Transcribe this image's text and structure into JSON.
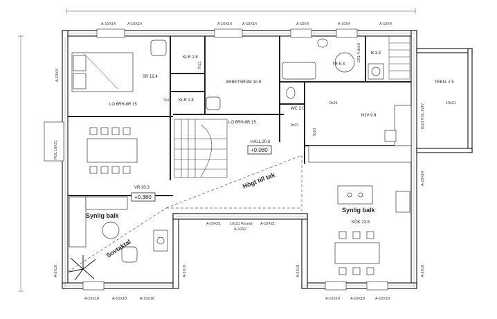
{
  "rooms": {
    "sr": "SR 12.4",
    "klr1": "KLR 1.8",
    "klr2": "KLR 1.8",
    "arbetsrum": "ARBETSRUM 10.9",
    "wc": "WC 2.0",
    "tr": "TR 5.3",
    "b": "B 3.3",
    "tekn": "TEKN. 2.5",
    "hjv": "HJV 9.9",
    "hall": "HALL 20.6",
    "vr": "VR 30.3",
    "kok": "KÖK 23.5",
    "lo1": "LO 6RH-8R 15",
    "lo2": "LO 6RH-8R 15"
  },
  "levels": {
    "hall": "+0.080",
    "vr": "+0.380"
  },
  "annotations": {
    "hogt_till_tak": "Högt till tak",
    "synlig_balk_left": "Synlig balk",
    "synlig_balk_right": "Synlig balk",
    "sovtaktal": "Sovtaktal",
    "round": "10x21 Round",
    "a10x2": "A-10X2"
  },
  "windows": {
    "top1": "A-10X14",
    "top2": "A-10X14",
    "top3": "A-10X14",
    "top4": "A-10X14",
    "top5": "A-10X4",
    "top6": "A-10X4",
    "top7": "A-10X4",
    "left_upper": "A-10X4",
    "left_door": "POL 10X21",
    "left_lower": "A-5X18",
    "mid_left": "A-10X21",
    "mid_right": "A-10X21",
    "right_mid": "A-10X14",
    "right_lower": "A-5X18",
    "inner_left": "A-5X18",
    "inner_right": "A-5X18",
    "bot1": "A-10X18",
    "bot2": "A-10X18",
    "bot3": "A-10X18",
    "bot4": "A-10X18",
    "bot5": "A-10X18",
    "bot6": "A-10X18"
  },
  "doors": {
    "d1": "7x21",
    "d2": "7x21",
    "d3": "9x21",
    "d4": "9x21",
    "d5": "9x21",
    "d6": "10x21",
    "d7": "8x21 POL 1WV",
    "d8": "DSL 4.9x16"
  }
}
